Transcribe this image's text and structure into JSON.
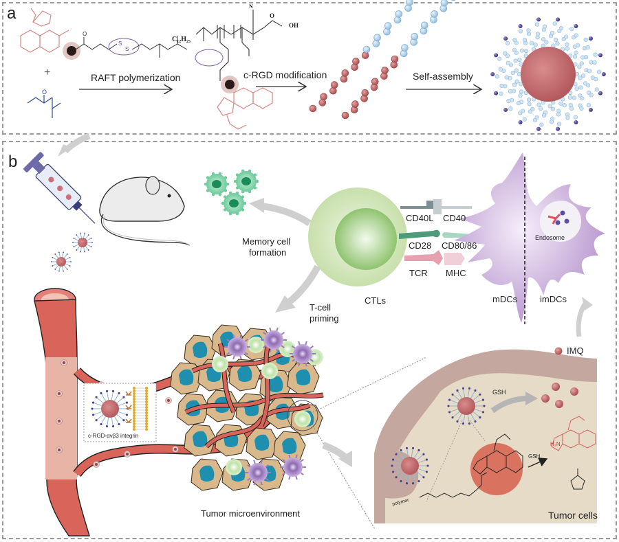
{
  "figure": {
    "panel_a": {
      "label": "a",
      "steps": [
        {
          "label": "RAFT polymerization"
        },
        {
          "label": "c-RGD modification"
        },
        {
          "label": "Self-assembly"
        }
      ],
      "chem": {
        "plus": "+",
        "c12h25": "C₁₂H₂₅",
        "oh": "OH",
        "n": "N",
        "s": "S",
        "o": "O"
      },
      "colors": {
        "imq": "#d48a85",
        "monomer": "#2f4a8f",
        "disulfide": "#6a4a8f",
        "hydrophobic_bead": "#c16a6a",
        "hydrophilic_bead": "#a9cde8",
        "end_group": "#4a3f8f"
      }
    },
    "panel_b": {
      "label": "b",
      "labels": {
        "memory": [
          "Memory cell",
          "formation"
        ],
        "tcell_priming": [
          "T-cell",
          "priming"
        ],
        "ctls": "CTLs",
        "cd40l": "CD40L",
        "cd40": "CD40",
        "cd28": "CD28",
        "cd8086": "CD80/86",
        "tcr": "TCR",
        "mhc": "MHC",
        "endosome": "Endosome",
        "mdcs": "mDCs",
        "imdcs": "imDCs",
        "imq_legend": "IMQ",
        "integrin": "c-RGD-αvβ3 integrin",
        "tme": "Tumor microenvironment",
        "tumor_cells": "Tumor cells",
        "gsh1": "GSH",
        "gsh2": "GSH",
        "polymer": "polymer",
        "h2n": "H₂N"
      },
      "colors": {
        "ctl_outer": "#cfe3b4",
        "ctl_inner": "#9ccc7e",
        "dc": "#c6a8d8",
        "vessel": "#d9655a",
        "tumor_cell": "#d9b98c",
        "nucleus": "#1f8fb0",
        "tumor_membrane": "#c4a79e",
        "cytoplasm": "#e8dcc8",
        "arrow": "#c8c8c8",
        "memory_cell": "#7ed3a9"
      }
    }
  }
}
